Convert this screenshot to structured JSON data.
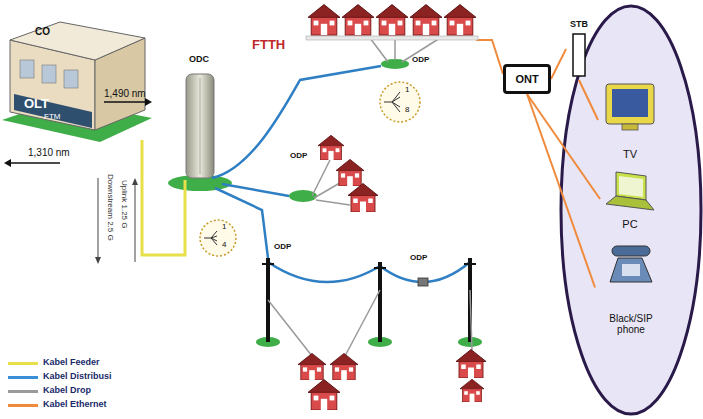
{
  "diagram": {
    "nodes": [
      {
        "text": [
          "CO"
        ]
      },
      {
        "text": [
          "ODC"
        ]
      },
      {
        "text": [
          "ONT"
        ]
      },
      {
        "text": [
          "STB"
        ]
      },
      {
        "text": [
          "TV"
        ]
      },
      {
        "text": [
          "PC"
        ]
      },
      {
        "text": [
          "Black/SIP phone"
        ]
      }
    ],
    "edges": [
      {
        "from": 0,
        "to": 1,
        "arrow": "none"
      },
      {
        "from": 2,
        "to": 3,
        "arrow": "none"
      },
      {
        "from": 3,
        "to": 4,
        "arrow": "none"
      },
      {
        "from": 2,
        "to": 5,
        "arrow": "none"
      },
      {
        "from": 2,
        "to": 6,
        "arrow": "none"
      }
    ],
    "labels": [
      "OLT",
      "FTM",
      "1,490 nm",
      "1,310 nm",
      "Uplink 1.25 G",
      "Downstream 2.5 G",
      "FTTH",
      "ODP",
      "1",
      "8",
      "ODP",
      "1",
      "4",
      "ODP",
      "ODP"
    ],
    "legend": [
      {
        "text": "Kabel Feeder",
        "color": "#e8e04a"
      },
      {
        "text": "Kabel Distribusi",
        "color": "#3a8fd8"
      },
      {
        "text": "Kabel Drop",
        "color": "#9a9a9a"
      },
      {
        "text": "Kabel Ethernet",
        "color": "#f08a3c"
      }
    ]
  }
}
